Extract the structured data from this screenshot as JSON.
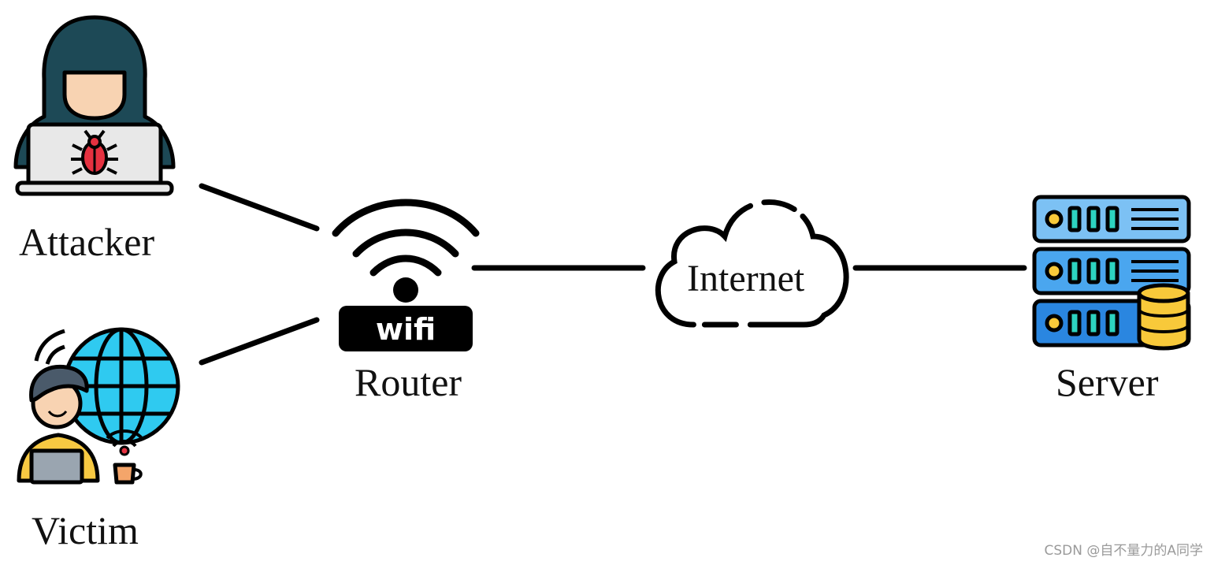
{
  "nodes": {
    "attacker": {
      "label": "Attacker",
      "icon": "hacker-with-laptop-icon"
    },
    "victim": {
      "label": "Victim",
      "icon": "user-with-globe-icon"
    },
    "router": {
      "label": "Router",
      "badge": "wifi",
      "icon": "wifi-router-icon"
    },
    "internet": {
      "label": "Internet",
      "icon": "cloud-icon"
    },
    "server": {
      "label": "Server",
      "icon": "server-rack-icon"
    }
  },
  "watermark": "CSDN @自不量力的A同学",
  "colors": {
    "line": "#000000",
    "hood": "#1d4956",
    "skin": "#f8d3b2",
    "bug": "#e53140",
    "globe": "#2fcaf0",
    "shirt": "#f7c942",
    "server_light": "#7cc1f4",
    "server_mid": "#4aa6ef",
    "server_dark": "#2a86e0",
    "server_slot": "#2dd4c0",
    "database": "#f8c93a"
  }
}
